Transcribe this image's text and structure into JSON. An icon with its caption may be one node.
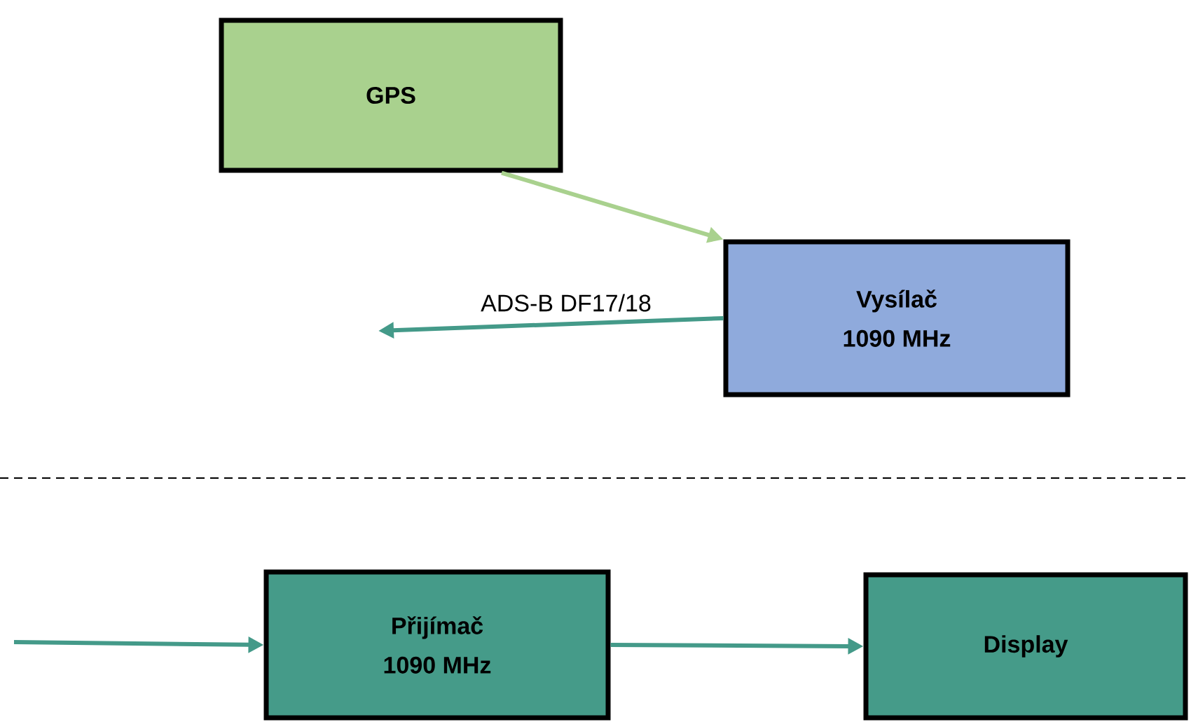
{
  "diagram": {
    "nodes": [
      {
        "text": [
          "GPS"
        ]
      },
      {
        "text": [
          "Vysílač",
          "1090 MHz"
        ]
      },
      {
        "text": [
          "Přijímač",
          "1090 MHz"
        ]
      },
      {
        "text": [
          "Display"
        ]
      }
    ],
    "edges": [
      {
        "from": 0,
        "to": 1,
        "arrow": "to",
        "color": "#a9d18e"
      },
      {
        "from": 1,
        "to": null,
        "arrow": "to",
        "label": "ADS-B DF17/18"
      },
      {
        "from": null,
        "to": 2,
        "arrow": "to"
      },
      {
        "from": 2,
        "to": 3,
        "arrow": "to"
      }
    ]
  }
}
